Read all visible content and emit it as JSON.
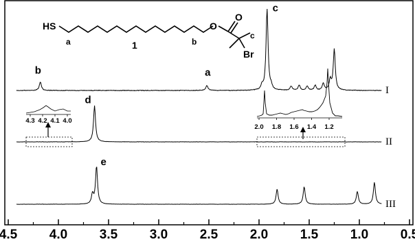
{
  "chart_data": {
    "type": "line",
    "xlim": [
      4.5,
      0.5
    ],
    "x_ticks": [
      "4.5",
      "4.0",
      "3.5",
      "3.0",
      "2.5",
      "2.0",
      "1.5",
      "1.0",
      "0.5"
    ],
    "grid": false,
    "series": [
      {
        "name": "I",
        "peaks": [
          {
            "x": 4.18,
            "height": 0.1,
            "label": "b"
          },
          {
            "x": 2.52,
            "height": 0.06,
            "label": "a"
          },
          {
            "x": 1.92,
            "height": 0.95,
            "label": "c"
          },
          {
            "x": 1.97,
            "height": 0.05
          },
          {
            "x": 1.88,
            "height": 0.04
          },
          {
            "x": 1.68,
            "height": 0.05
          },
          {
            "x": 1.6,
            "height": 0.06
          },
          {
            "x": 1.52,
            "height": 0.05
          },
          {
            "x": 1.44,
            "height": 0.06
          },
          {
            "x": 1.36,
            "height": 0.08
          },
          {
            "x": 1.29,
            "height": 0.12
          },
          {
            "x": 1.25,
            "height": 0.48
          }
        ]
      },
      {
        "name": "II",
        "peaks": [
          {
            "x": 3.64,
            "height": 0.85,
            "label": "d"
          }
        ],
        "inset_left": {
          "ticks": [
            "4.3",
            "4.2",
            "4.1",
            "4.0"
          ]
        },
        "inset_right": {
          "ticks": [
            "2.0",
            "1.8",
            "1.6",
            "1.4",
            "1.2"
          ]
        }
      },
      {
        "name": "III",
        "peaks": [
          {
            "x": 3.62,
            "height": 0.95,
            "label": "e"
          },
          {
            "x": 3.66,
            "height": 0.25
          },
          {
            "x": 1.82,
            "height": 0.38
          },
          {
            "x": 1.55,
            "height": 0.44
          },
          {
            "x": 1.02,
            "height": 0.32
          },
          {
            "x": 0.85,
            "height": 0.55
          }
        ]
      }
    ]
  },
  "structure": {
    "hs": "HS",
    "label_a": "a",
    "label_b": "b",
    "label_c": "c",
    "compound_number": "1",
    "o1": "O",
    "o2": "O",
    "br": "Br"
  },
  "colors": {
    "trace": "#000000",
    "background": "#ffffff"
  }
}
